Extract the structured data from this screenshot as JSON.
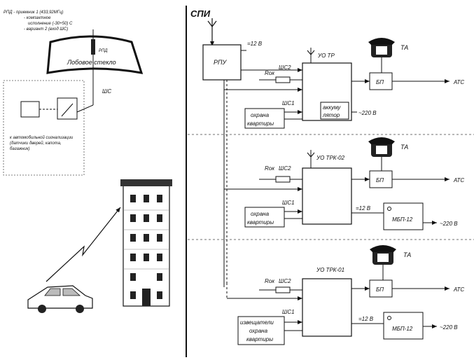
{
  "left": {
    "notes": [
      "РПД - приемник 1 (433,92МГц)",
      "- компактное",
      "исполнение (-30+50) С",
      "- вариант 2 (вход ШС)"
    ],
    "windshield_label": "Лобовое стекло",
    "rpd_label": "РПД",
    "shs_label": "ШС",
    "alarm_caption": [
      "к автомобильной сигнализации",
      "(датчики дверей, капота,",
      "багажник)"
    ]
  },
  "right": {
    "spi_label": "СПИ",
    "rpu_label": "РПУ",
    "rpu_power": "=12 В",
    "sections": [
      {
        "uo_label": "УО ТР",
        "rok_label": "Rок",
        "shs2_label": "ШС2",
        "shs1_label": "ШС1",
        "guard_lines": [
          "охрана",
          "квартиры"
        ],
        "battery_lines": [
          "аккуму",
          "лятор"
        ],
        "mains": "~220 В",
        "ta_label": "ТА",
        "bp_label": "БП",
        "ats_label": "АТС"
      },
      {
        "uo_label": "УО ТРК-02",
        "rok_label": "Rок",
        "shs2_label": "ШС2",
        "shs1_label": "ШС1",
        "guard_lines": [
          "охрана",
          "квартиры"
        ],
        "power": "=12 В",
        "mbp_label": "МБП-12",
        "mains": "~220 В",
        "ta_label": "ТА",
        "bp_label": "БП",
        "ats_label": "АТС"
      },
      {
        "uo_label": "УО ТРК-01",
        "rok_label": "Rок",
        "shs2_label": "ШС2",
        "shs1_label": "ШС1",
        "guard_lines": [
          "извещатели",
          "охрана",
          "квартиры"
        ],
        "power": "=12 В",
        "mbp_label": "МБП-12",
        "mains": "~220 В",
        "ta_label": "ТА",
        "bp_label": "БП",
        "ats_label": "АТС"
      }
    ]
  }
}
